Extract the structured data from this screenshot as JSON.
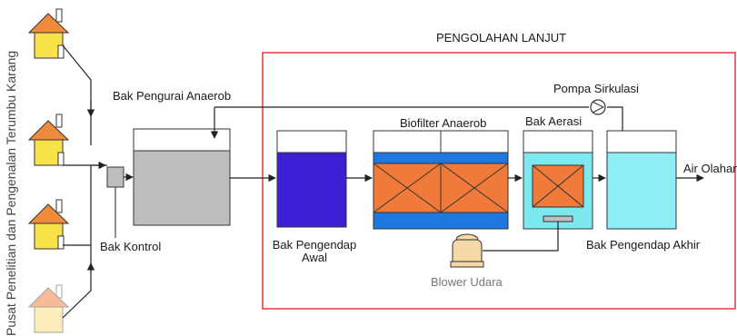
{
  "side_label": "Pusat Penelitian dan Pengenalan Terumbu Karang",
  "section_title": "PENGOLAHAN LANJUT",
  "labels": {
    "bak_pengurai": "Bak Pengurai Anaerob",
    "bak_kontrol": "Bak Kontrol",
    "pengendap_awal_line1": "Bak Pengendap",
    "pengendap_awal_line2": "Awal",
    "biofilter": "Biofilter Anaerob",
    "bak_aerasi": "Bak Aerasi",
    "pompa": "Pompa Sirkulasi",
    "air_olahan": "Air Olahan",
    "pengendap_akhir": "Bak Pengendap Akhir",
    "blower": "Blower Udara"
  },
  "colors": {
    "house_body": "#f7e24a",
    "house_roof": "#f08a3c",
    "tank_grey": "#bdbdbd",
    "tank_purple": "#3d1fd6",
    "biofilter_media": "#f07a3a",
    "biofilter_blue": "#1f78e0",
    "aerasi_water": "#7ee8ef",
    "akhir_water": "#8eeef5",
    "section_border": "#e03a3a",
    "blower": "#f5d9a6"
  }
}
